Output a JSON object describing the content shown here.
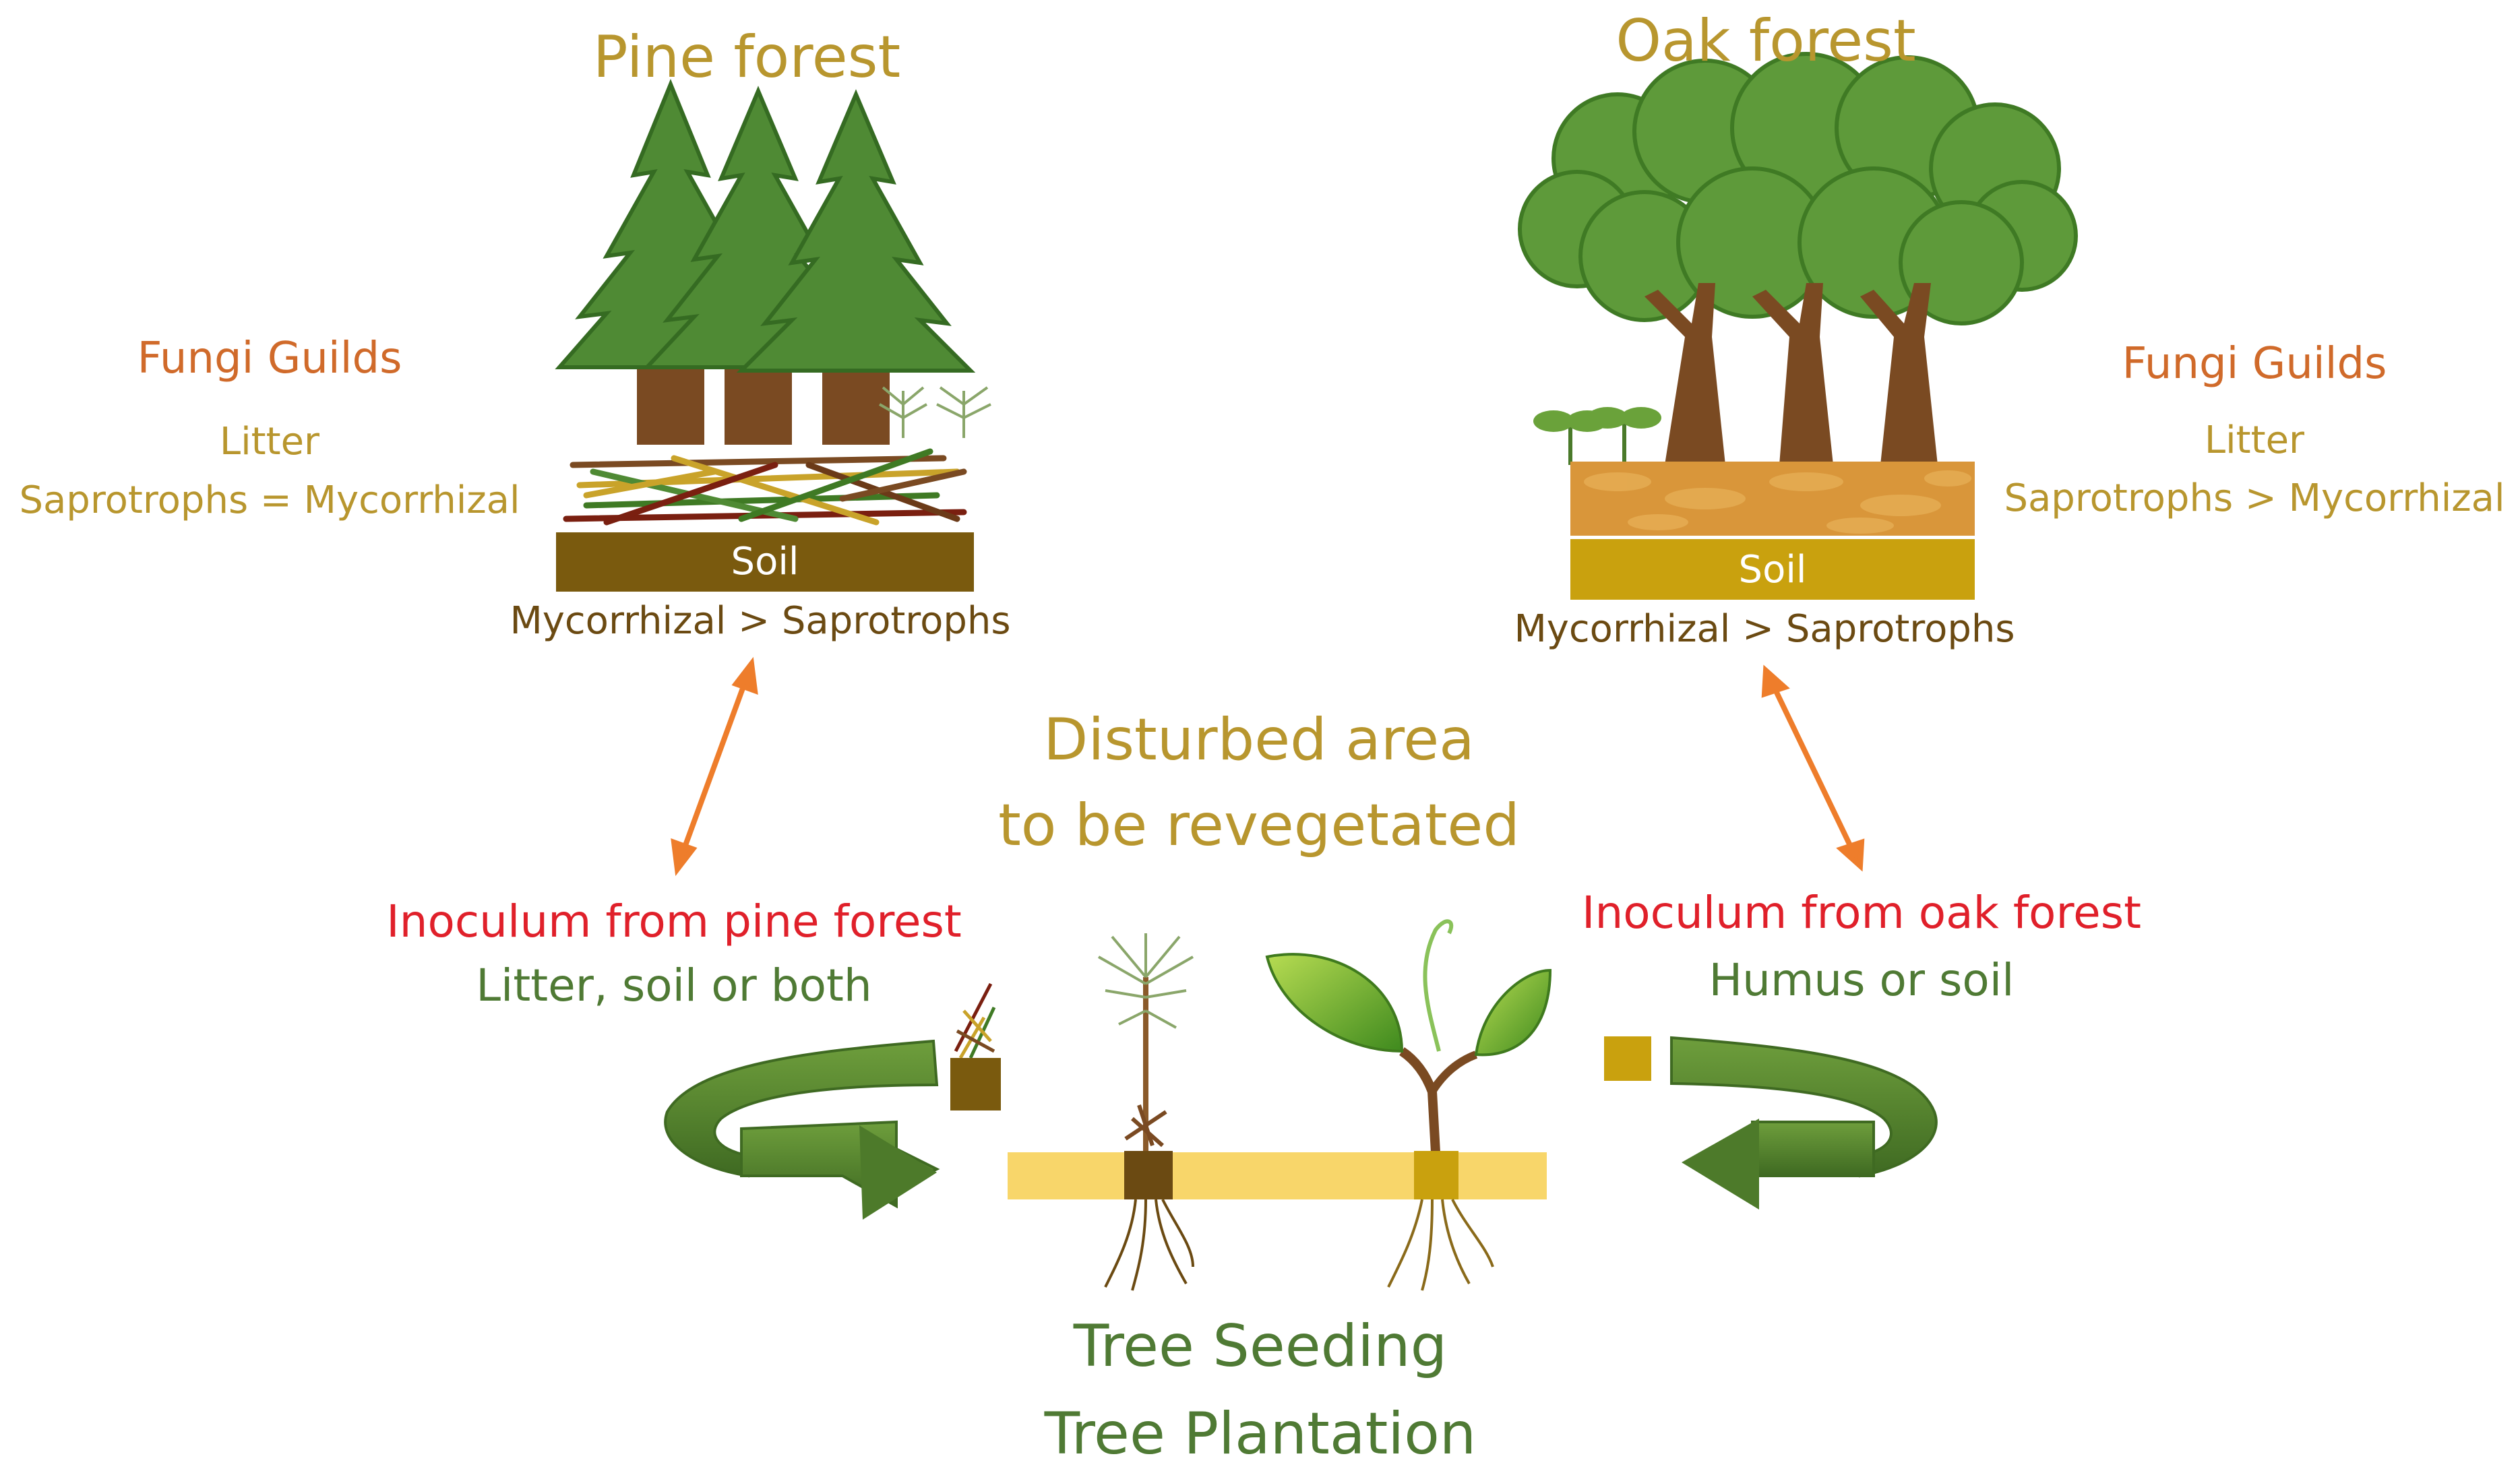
{
  "pine": {
    "title": "Pine forest",
    "guilds_heading": "Fungi Guilds",
    "litter_label": "Litter",
    "litter_relation": "Saprotrophs = Mycorrhizal",
    "soil_label": "Soil",
    "soil_relation": "Mycorrhizal > Saprotrophs"
  },
  "oak": {
    "title": "Oak forest",
    "guilds_heading": "Fungi Guilds",
    "litter_label": "Litter",
    "litter_relation": "Saprotrophs > Mycorrhizal",
    "soil_label": "Soil",
    "soil_relation": "Mycorrhizal > Saprotrophs"
  },
  "center": {
    "title_line1": "Disturbed area",
    "title_line2": "to be revegetated"
  },
  "inoculum_pine": {
    "title": "Inoculum from pine forest",
    "detail": "Litter, soil or both"
  },
  "inoculum_oak": {
    "title": "Inoculum from oak forest",
    "detail": "Humus or soil"
  },
  "bottom": {
    "line1": "Tree Seeding",
    "line2": "Tree Plantation"
  },
  "colors": {
    "gold_text": "#b8962e",
    "brown_text": "#6b4a12",
    "guild_orange": "#d06a2a",
    "inoculum_red": "#e0202a",
    "green_text": "#4f7a34",
    "pine_green": "#4f8a34",
    "oak_green": "#5e9a3a",
    "trunk_brown": "#7a4a22",
    "pine_soil": "#7a5a0e",
    "oak_soil": "#c9a10e",
    "arrow_orange": "#ee7d2b",
    "circular_arrow": "#4d7a2a",
    "ground_strip": "#f8d66a"
  }
}
